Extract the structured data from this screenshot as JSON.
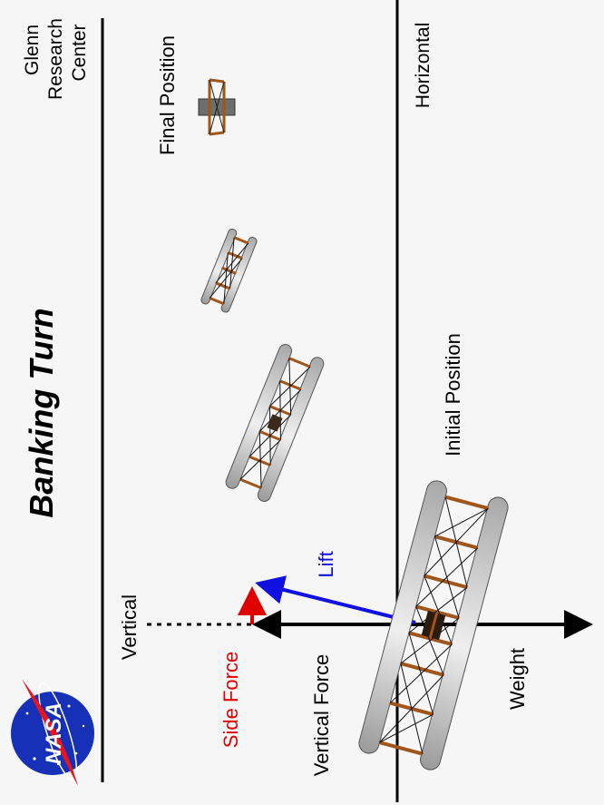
{
  "title": "Banking  Turn",
  "org": {
    "line1": "Glenn",
    "line2": "Research",
    "line3": "Center"
  },
  "labels": {
    "horizontal": "Horizontal",
    "vertical": "Vertical",
    "final_position": "Final  Position",
    "initial_position": "Initial  Position",
    "lift": "Lift",
    "side_force": "Side Force",
    "vertical_force": "Vertical Force",
    "weight": "Weight"
  },
  "logo_text": "NASA",
  "colors": {
    "background": "#f6f6f6",
    "text": "#000000",
    "lift": "#1010e0",
    "side_force": "#e00000",
    "wing": "#d4d4d4",
    "strut": "#a0551a",
    "logo_blue": "#1630b8",
    "logo_red": "#e8141e"
  },
  "icons": {
    "logo": "nasa-meatball-logo",
    "aircraft": "wright-flyer-biplane"
  }
}
